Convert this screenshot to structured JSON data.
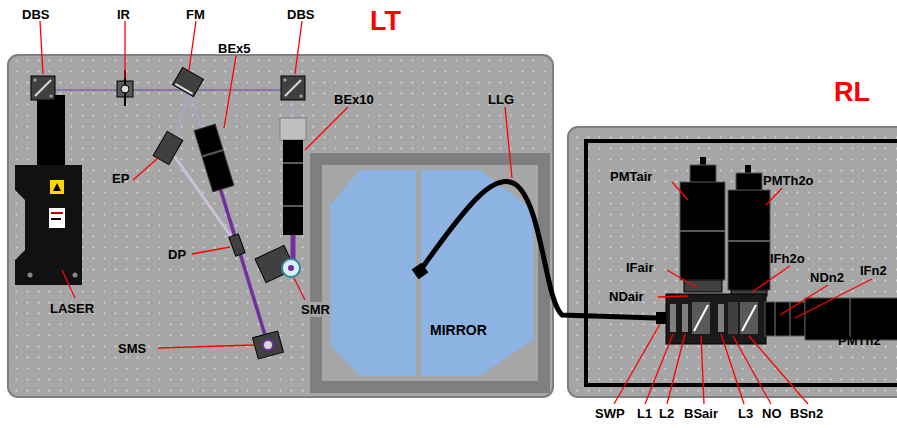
{
  "diagram": {
    "nodes": [
      {
        "text": [
          "LT"
        ]
      },
      {
        "text": [
          "RL"
        ]
      },
      {
        "text": [
          "MIRROR"
        ],
        "in": 0
      }
    ],
    "labels": [
      "DBS",
      "IR",
      "FM",
      "DBS",
      "BEx5",
      "BEx10",
      "LLG",
      "EP",
      "PMTair",
      "PMTh2o",
      "DP",
      "IFair",
      "IFh2o",
      "NDn2",
      "IFn2",
      "NDair",
      "LASER",
      "SMR",
      "SMS",
      "PMTn2",
      "SWP",
      "L1",
      "L2",
      "BSair",
      "L3",
      "NO",
      "BSn2"
    ]
  }
}
